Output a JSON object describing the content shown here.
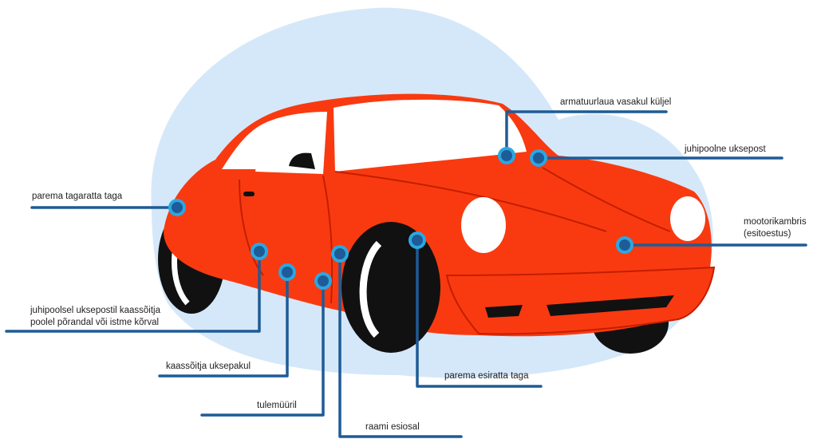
{
  "title": "Auto VIN-koodi asukohad",
  "colors": {
    "car": "#f93a10",
    "background_blob": "#d5e8f9",
    "callout_line": "#1f5b96",
    "dot_ring": "#2aa7e2"
  },
  "callouts": [
    {
      "id": "armatuurlaua",
      "label": "armatuurlaua vasakul küljel"
    },
    {
      "id": "juhipoolne",
      "label": "juhipoolne uksepost"
    },
    {
      "id": "tagaratas",
      "label": "parema tagaratta taga"
    },
    {
      "id": "mootor",
      "label_line1": "mootorikambris",
      "label_line2": "(esitoestus)"
    },
    {
      "id": "uksepost-kaassoitja",
      "label_line1": "juhipoolsel uksepostil kaassõitja",
      "label_line2": "poolel põrandal või istme kõrval"
    },
    {
      "id": "uksepakul",
      "label": "kaassõitja uksepakul"
    },
    {
      "id": "tulemuur",
      "label": "tulemüüril"
    },
    {
      "id": "raam",
      "label": "raami esiosal"
    },
    {
      "id": "esiratas",
      "label": "parema esiratta taga"
    }
  ]
}
